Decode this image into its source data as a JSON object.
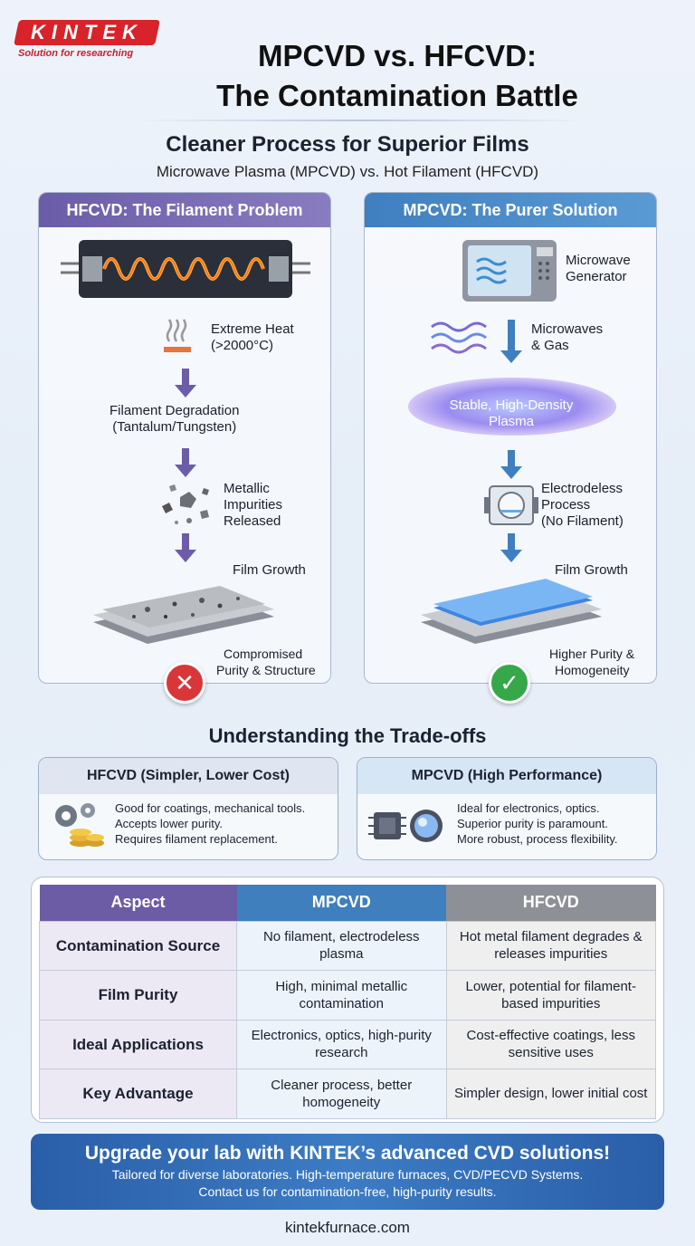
{
  "brand": {
    "name": "KINTEK",
    "tagline": "Solution for researching"
  },
  "title": {
    "line1": "MPCVD vs. HFCVD:",
    "line2": "The Contamination Battle"
  },
  "subtitle": "Cleaner Process for Superior Films",
  "subtitle2": "Microwave Plasma (MPCVD) vs. Hot Filament (HFCVD)",
  "hfcvd_panel": {
    "heading": "HFCVD: The Filament Problem",
    "heat": [
      "Extreme Heat",
      "(>2000°C)"
    ],
    "degradation": [
      "Filament Degradation",
      "(Tantalum/Tungsten)"
    ],
    "impurities": [
      "Metallic",
      "Impurities",
      "Released"
    ],
    "growth": "Film Growth",
    "result": [
      "Compromised",
      "Purity & Structure"
    ],
    "badge": "✕"
  },
  "mpcvd_panel": {
    "heading": "MPCVD: The Purer Solution",
    "generator": [
      "Microwave",
      "Generator"
    ],
    "microwaves": [
      "Microwaves",
      "& Gas"
    ],
    "plasma": [
      "Stable, High-Density",
      "Plasma"
    ],
    "electrodeless": [
      "Electrodeless",
      "Process",
      "(No Filament)"
    ],
    "growth": "Film Growth",
    "result": [
      "Higher Purity &",
      "Homogeneity"
    ],
    "badge": "✓"
  },
  "tradeoffs": {
    "title": "Understanding the Trade-offs",
    "hfcvd": {
      "heading": "HFCVD (Simpler, Lower Cost)",
      "lines": [
        "Good for coatings, mechanical tools.",
        "Accepts lower purity.",
        "Requires filament replacement."
      ]
    },
    "mpcvd": {
      "heading": "MPCVD (High Performance)",
      "lines": [
        "Ideal for electronics, optics.",
        "Superior purity is paramount.",
        "More robust, process flexibility."
      ]
    }
  },
  "table": {
    "headers": [
      "Aspect",
      "MPCVD",
      "HFCVD"
    ],
    "rows": [
      [
        "Contamination Source",
        "No filament, electrodeless plasma",
        "Hot metal filament degrades & releases impurities"
      ],
      [
        "Film Purity",
        "High, minimal metallic contamination",
        "Lower, potential for filament-based impurities"
      ],
      [
        "Ideal Applications",
        "Electronics, optics, high-purity research",
        "Cost-effective coatings, less sensitive uses"
      ],
      [
        "Key Advantage",
        "Cleaner process, better homogeneity",
        "Simpler design, lower initial cost"
      ]
    ]
  },
  "cta": {
    "heading": "Upgrade your lab with KINTEK’s advanced CVD solutions!",
    "line1": "Tailored for diverse laboratories. High-temperature furnaces, CVD/PECVD Systems.",
    "line2": "Contact us for contamination-free, high-purity results."
  },
  "footer": "kintekfurnace.com",
  "colors": {
    "hfcvd": "#6c5ca6",
    "mpcvd": "#3f7fbe",
    "neutral": "#8d9096",
    "brand": "#d8232a",
    "success": "#36a84a",
    "error": "#d9363a"
  }
}
